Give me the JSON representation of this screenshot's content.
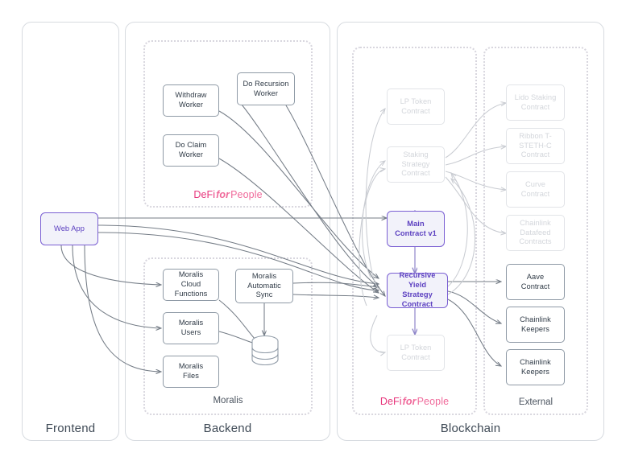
{
  "diagram": {
    "title": "DeFi for People system architecture",
    "colors": {
      "accent_purple": "#7a5fd3",
      "accent_fill": "#f2f2fa",
      "brand_pink": "#e7367c",
      "node_border": "#8f9aa6",
      "panel_border": "#d7dbe0",
      "ghost": "#d3d6db"
    }
  },
  "panels": [
    {
      "key": "frontend",
      "label": "Frontend"
    },
    {
      "key": "backend",
      "label": "Backend"
    },
    {
      "key": "blockchain",
      "label": "Blockchain"
    }
  ],
  "groups": [
    {
      "key": "workers",
      "label": "DeFi for People",
      "is_logo": true
    },
    {
      "key": "moralis",
      "label": "Moralis",
      "is_logo": false
    },
    {
      "key": "dfp",
      "label": "DeFi for People",
      "is_logo": true
    },
    {
      "key": "external",
      "label": "External",
      "is_logo": false
    }
  ],
  "logo": {
    "part1": "DeFi",
    "part2": "for",
    "part3": "People"
  },
  "nodes": {
    "frontend": [
      {
        "key": "web-app",
        "label": "Web App",
        "style": "accent-plain"
      }
    ],
    "workers": [
      {
        "key": "withdraw-worker",
        "label": "Withdraw\nWorker",
        "style": "plain"
      },
      {
        "key": "do-recursion-worker",
        "label": "Do Recursion\nWorker",
        "style": "plain"
      },
      {
        "key": "do-claim-worker",
        "label": "Do Claim\nWorker",
        "style": "plain"
      }
    ],
    "moralis": [
      {
        "key": "moralis-cloud-functions",
        "label": "Moralis\nCloud Functions",
        "style": "plain"
      },
      {
        "key": "moralis-automatic-sync",
        "label": "Moralis\nAutomatic Sync",
        "style": "plain"
      },
      {
        "key": "moralis-users",
        "label": "Moralis\nUsers",
        "style": "plain"
      },
      {
        "key": "moralis-files",
        "label": "Moralis\nFiles",
        "style": "plain"
      },
      {
        "key": "moralis-database",
        "label": "",
        "style": "database"
      }
    ],
    "dfp": [
      {
        "key": "lp-token-contract-top",
        "label": "LP Token\nContract",
        "style": "ghost"
      },
      {
        "key": "staking-strategy-contract",
        "label": "Staking Strategy\nContract",
        "style": "ghost"
      },
      {
        "key": "main-contract-v1",
        "label": "Main\nContract v1",
        "style": "accent"
      },
      {
        "key": "recursive-yield-strategy",
        "label": "Recursive Yield\nStrategy Contract",
        "style": "accent"
      },
      {
        "key": "lp-token-contract-bottom",
        "label": "LP Token\nContract",
        "style": "ghost"
      }
    ],
    "external": [
      {
        "key": "lido-staking-contract",
        "label": "Lido Staking\nContract",
        "style": "ghost"
      },
      {
        "key": "ribbon-t-steth-c",
        "label": "Ribbon T-STETH-C\nContract",
        "style": "ghost"
      },
      {
        "key": "curve-contract",
        "label": "Curve\nContract",
        "style": "ghost"
      },
      {
        "key": "chainlink-datafeed",
        "label": "Chainlink Datafeed\nContracts",
        "style": "ghost"
      },
      {
        "key": "aave-contract",
        "label": "Aave\nContract",
        "style": "plain"
      },
      {
        "key": "chainlink-keepers-1",
        "label": "Chainlink\nKeepers",
        "style": "plain"
      },
      {
        "key": "chainlink-keepers-2",
        "label": "Chainlink\nKeepers",
        "style": "plain"
      }
    ]
  }
}
